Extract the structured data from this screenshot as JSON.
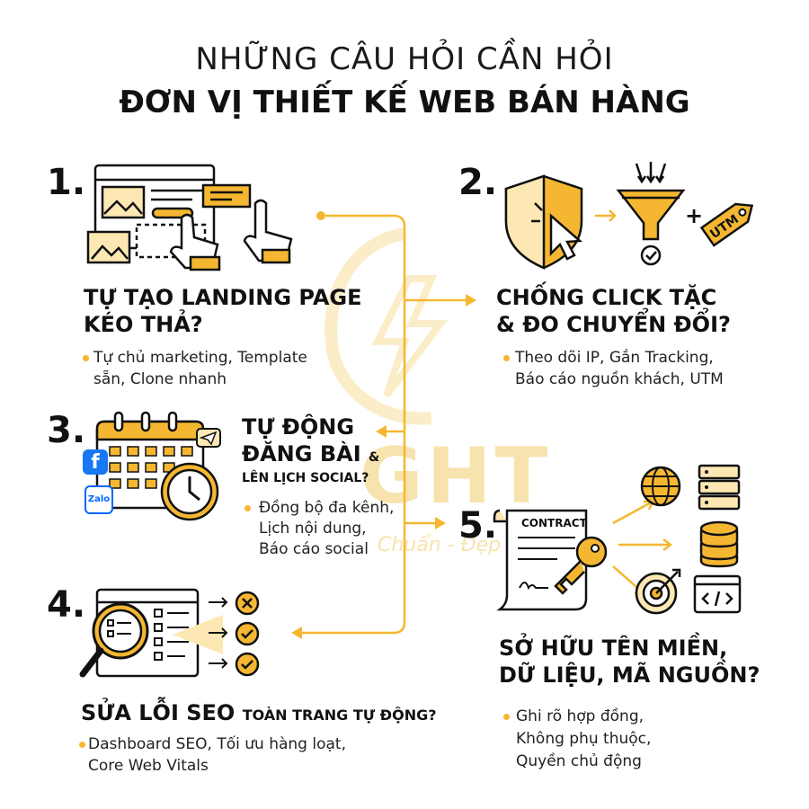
{
  "title": {
    "line1": "NHỮNG CÂU HỎI CẦN HỎI",
    "line2": "ĐƠN VỊ THIẾT KẾ WEB BÁN HÀNG"
  },
  "watermark": {
    "logo": "GHT",
    "tagline": "Chuẩn - Đẹp"
  },
  "colors": {
    "accent": "#f5b731",
    "light_accent": "#fde8b3",
    "ink": "#111111"
  },
  "sections": [
    {
      "number": "1.",
      "heading_line1": "TỰ TẠO LANDING PAGE",
      "heading_line2": "KÉO THẢ?",
      "desc_line1": "Tự chủ marketing, Template",
      "desc_line2": "sẵn, Clone nhanh",
      "icon": "drag-drop-browser-icon"
    },
    {
      "number": "2.",
      "heading_line1": "CHỐNG CLICK TẶC",
      "heading_line2": "& ĐO CHUYỂN ĐỔI?",
      "desc_line1": "Theo dõi IP, Gắn Tracking,",
      "desc_line2": "Báo cáo nguồn khách, UTM",
      "icons": [
        "shield-cursor-icon",
        "funnel-icon",
        "utm-tag-icon"
      ],
      "plus": "+",
      "tag_text": "UTM"
    },
    {
      "number": "3.",
      "heading_line1": "TỰ ĐỘNG",
      "heading_line2": "ĐĂNG BÀI",
      "heading_small_amp": "&",
      "heading_line3": "LÊN LỊCH SOCIAL?",
      "desc_line1": "Đồng bộ đa kênh,",
      "desc_line2": "Lịch nội dung,",
      "desc_line3": "Báo cáo social",
      "icons": [
        "calendar-icon",
        "clock-icon",
        "facebook-icon",
        "zalo-icon",
        "send-icon"
      ],
      "badge_zalo": "Zalo"
    },
    {
      "number": "4.",
      "heading_main": "SỬA LỖI SEO",
      "heading_small": "TOÀN TRANG TỰ ĐỘNG?",
      "desc_line1": "Dashboard SEO, Tối ưu hàng loạt,",
      "desc_line2": "Core Web Vitals",
      "icons": [
        "magnifier-checklist-icon",
        "error-circle-icon",
        "check-circle-icon"
      ]
    },
    {
      "number": "5.",
      "heading_line1": "SỞ HỮU TÊN MIỀN,",
      "heading_line2": "DỮ LIỆU, MÃ NGUỒN?",
      "desc_line1": "Ghi rõ hợp đồng,",
      "desc_line2": "Không phụ thuộc,",
      "desc_line3": "Quyền chủ động",
      "contract_label": "CONTRACT",
      "icons": [
        "contract-key-icon",
        "globe-icon",
        "server-icon",
        "database-icon",
        "target-icon",
        "code-window-icon"
      ]
    }
  ]
}
